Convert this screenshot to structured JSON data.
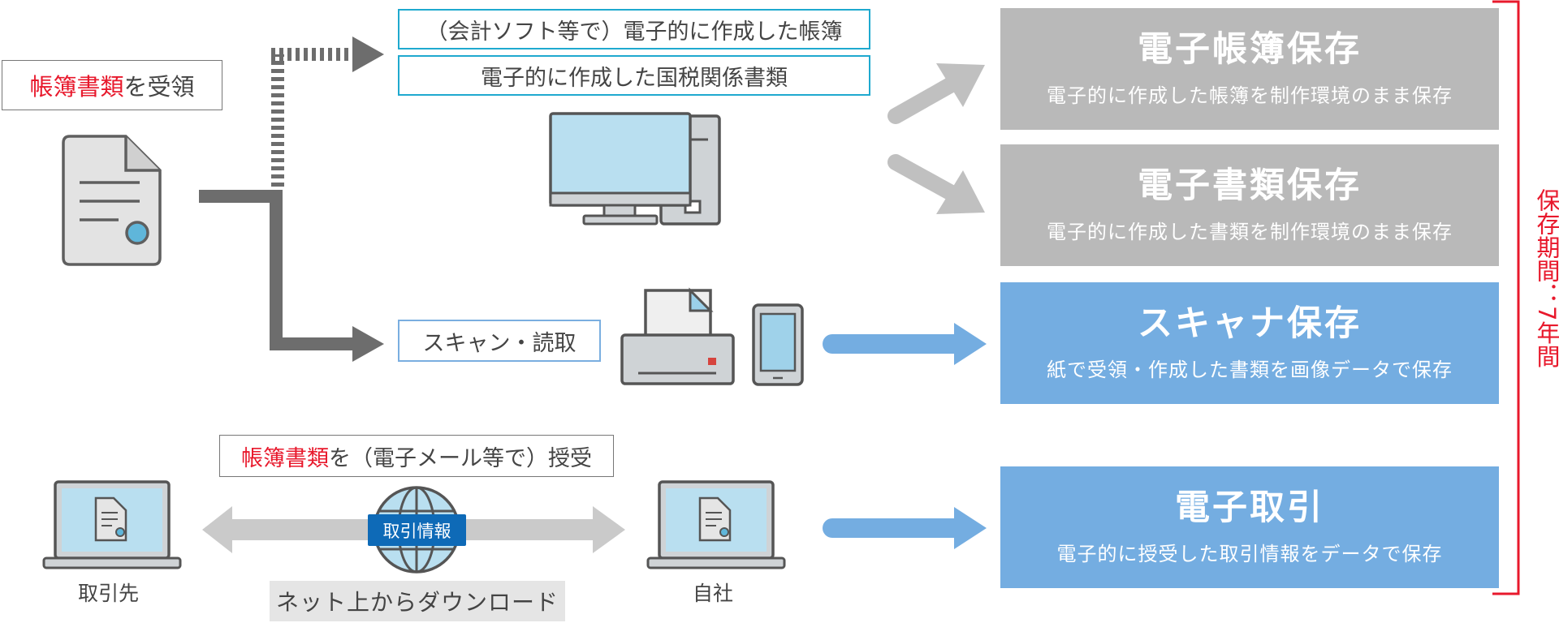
{
  "receive_label": {
    "highlight": "帳簿書類",
    "rest": "を受領"
  },
  "software_book_label": "（会計ソフト等で）電子的に作成した帳簿",
  "tax_docs_label": "電子的に作成した国税関係書類",
  "scan_label": "スキャン・読取",
  "email_label": {
    "highlight": "帳簿書類",
    "rest": "を（電子メール等で）授受"
  },
  "deal_info_badge": "取引情報",
  "partner_caption": "取引先",
  "own_company_caption": "自社",
  "download_label": "ネット上からダウンロード",
  "cards": [
    {
      "title": "電子帳簿保存",
      "desc": "電子的に作成した帳簿を制作環境のまま保存",
      "color": "#b9b9b9"
    },
    {
      "title": "電子書類保存",
      "desc": "電子的に作成した書類を制作環境のまま保存",
      "color": "#b9b9b9"
    },
    {
      "title": "スキャナ保存",
      "desc": "紙で受領・作成した書類を画像データで保存",
      "color": "#74ade1"
    },
    {
      "title": "電子取引",
      "desc": "電子的に授受した取引情報をデータで保存",
      "color": "#74ade1"
    }
  ],
  "retention_label": "保存期間：7年間",
  "colors": {
    "accent_red": "#e8192c",
    "cyan": "#1fa9cf",
    "blue": "#74ade1",
    "gray": "#b9b9b9",
    "dark": "#6c6c6c"
  }
}
